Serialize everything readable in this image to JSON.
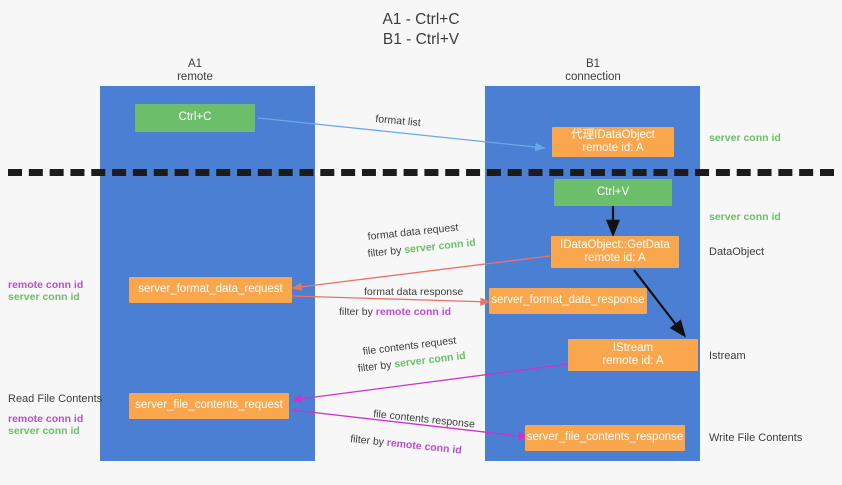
{
  "title": {
    "line1": "A1 - Ctrl+C",
    "line2": "B1 - Ctrl+V"
  },
  "columns": [
    {
      "name": "A1",
      "sub": "remote"
    },
    {
      "name": "B1",
      "sub": "connection"
    }
  ],
  "boxes": {
    "ctrl_c": "Ctrl+C",
    "ctrl_v": "Ctrl+V",
    "proxy_dataobject_l1": "代理IDataObject",
    "proxy_dataobject_l2": "remote id: A",
    "getdata_l1": "IDataObject::GetData",
    "getdata_l2": "remote id: A",
    "istream_l1": "IStream",
    "istream_l2": "remote id: A",
    "server_format_data_request": "server_format_data_request",
    "server_format_data_response": "server_format_data_response",
    "server_file_contents_request": "server_file_contents_request",
    "server_file_contents_response": "server_file_contents_response"
  },
  "edge_labels": {
    "format_list": "format list",
    "format_data_request": "format data request",
    "format_data_response": "format data response",
    "file_contents_request": "file contents request",
    "file_contents_response": "file contents response",
    "filter_by": "filter by",
    "server_conn_id": "server conn id",
    "remote_conn_id": "remote conn id"
  },
  "right_labels": {
    "server_conn_id_top": "server conn id",
    "server_conn_id_mid": "server conn id",
    "dataobject": "DataObject",
    "istream": "Istream",
    "write_file_contents": "Write File Contents"
  },
  "left_labels": {
    "remote_conn_id_1": "remote conn id",
    "server_conn_id_1": "server conn id",
    "read_file_contents": "Read File Contents",
    "remote_conn_id_2": "remote conn id",
    "server_conn_id_2": "server conn id"
  },
  "colors": {
    "column": "#4a7fd3",
    "green_box": "#6cbe6b",
    "orange_box": "#f9a64c",
    "server_conn_id": "#6cbe6b",
    "remote_conn_id": "#b84fd0",
    "arrow_blue": "#6aa9e9",
    "arrow_red": "#e8736a",
    "arrow_magenta": "#cc33cc",
    "arrow_black": "#111111",
    "text": "#3c3c3c"
  }
}
